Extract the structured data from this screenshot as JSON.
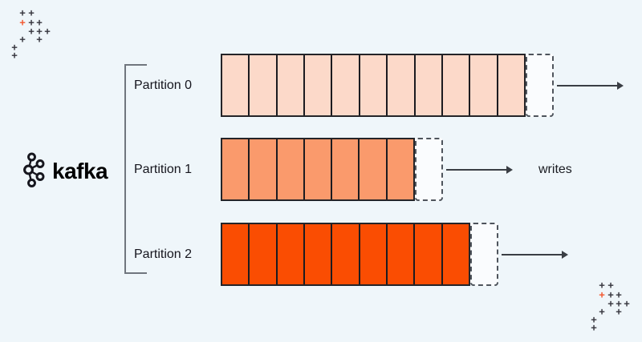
{
  "canvas": {
    "background": "#EFF6FA"
  },
  "logo": {
    "text": "kafka",
    "color": "#16161e"
  },
  "partition_group": {
    "partitions": [
      {
        "label": "Partition 0",
        "segments": 11,
        "fill": "#FCD9C9"
      },
      {
        "label": "Partition 1",
        "segments": 7,
        "fill": "#FA9A6C"
      },
      {
        "label": "Partition 2",
        "segments": 9,
        "fill": "#FA4D02"
      }
    ],
    "pending_slot_style": "dashed-outline"
  },
  "annotations": {
    "writes_label": "writes"
  },
  "decorations": {
    "glyph": "+",
    "dark_color": "#34343c",
    "accent_color": "#F2572F",
    "pattern": [
      [
        10,
        0,
        0
      ],
      [
        21,
        0,
        0
      ],
      [
        10,
        12,
        1
      ],
      [
        21,
        12,
        0
      ],
      [
        31,
        12,
        0
      ],
      [
        21,
        23,
        0
      ],
      [
        31,
        23,
        0
      ],
      [
        41,
        23,
        0
      ],
      [
        10,
        33,
        0
      ],
      [
        31,
        33,
        0
      ],
      [
        0,
        43,
        0
      ],
      [
        0,
        53,
        0
      ]
    ],
    "origins": [
      [
        18,
        16
      ],
      [
        740,
        356
      ]
    ]
  }
}
